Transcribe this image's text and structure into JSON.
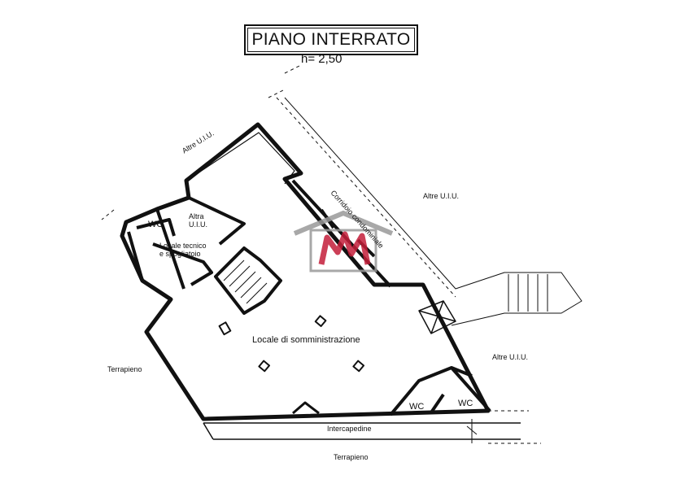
{
  "title": "PIANO INTERRATO",
  "height_label": "h= 2,50",
  "rooms": {
    "main_hall": "Locale di somministrazione",
    "corridor": "Corridoio condominiale",
    "tech_room": "Locale tecnico e spogliatoio",
    "wc_left": "WC",
    "wc_bottom_1": "WC",
    "wc_bottom_2": "WC",
    "other_unit_inner": "Altra U.I.U."
  },
  "surroundings": {
    "other_units_top": "Altre U.I.U.",
    "other_units_right_top": "Altre U.I.U.",
    "other_units_right": "Altre U.I.U.",
    "terrapieno_left": "Terrapieno",
    "terrapieno_bottom": "Terrapieno",
    "intercapedine": "Intercapedine"
  },
  "logo": {
    "lettering": "m",
    "color_red": "#c41e3a",
    "color_gray": "#9a9a9a"
  },
  "colors": {
    "wall": "#111111",
    "background": "#ffffff"
  }
}
